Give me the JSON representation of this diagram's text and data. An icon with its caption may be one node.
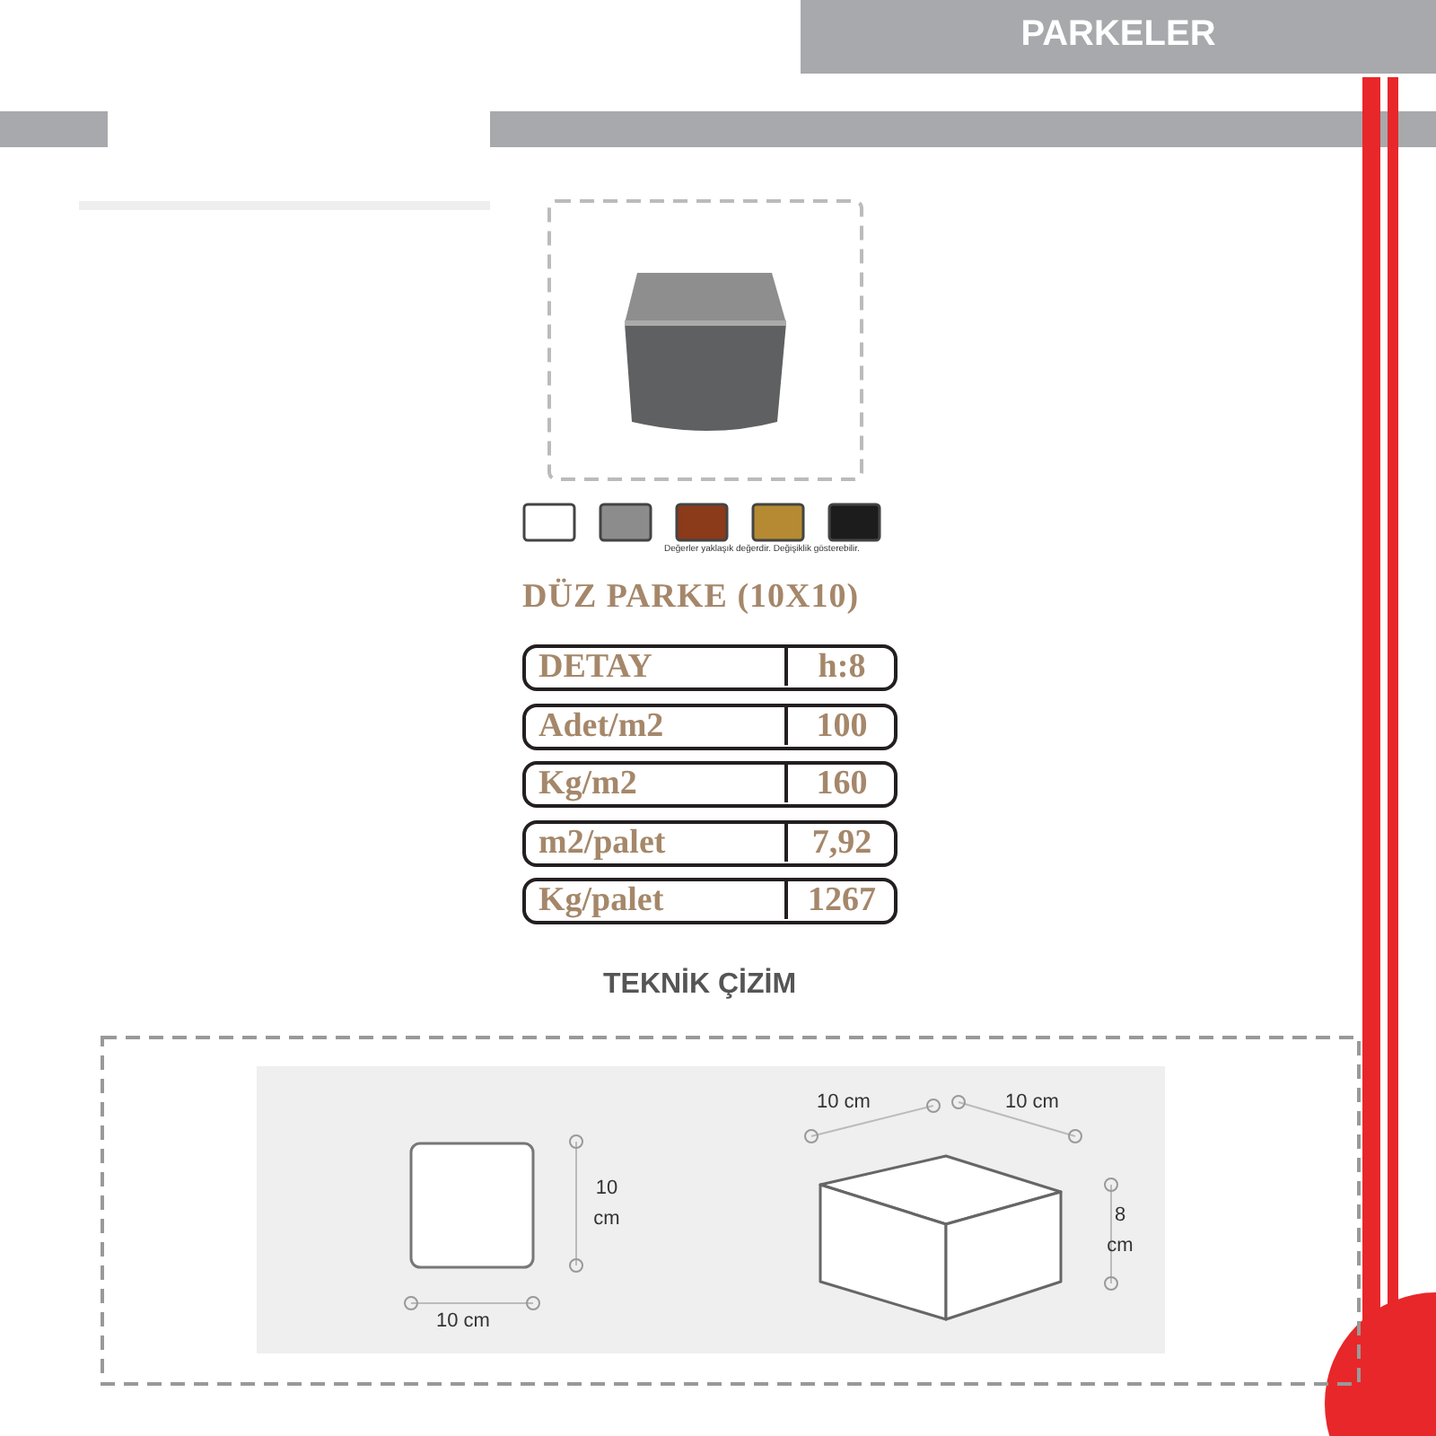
{
  "diagram": {
    "title": "PARKELER",
    "labels": [
      "Değerler yaklaşık değerdir. Değişiklik gösterebilir.",
      "DÜZ PARKE (10X10)",
      "DETAY",
      "h:8",
      "Adet/m2",
      "100",
      "Kg/m2",
      "160",
      "m2/palet",
      "7,92",
      "Kg/palet",
      "1267",
      "TEKNİK ÇİZİM",
      "10 cm",
      "10 cm",
      "10 cm",
      "8 cm",
      "10 cm"
    ]
  }
}
